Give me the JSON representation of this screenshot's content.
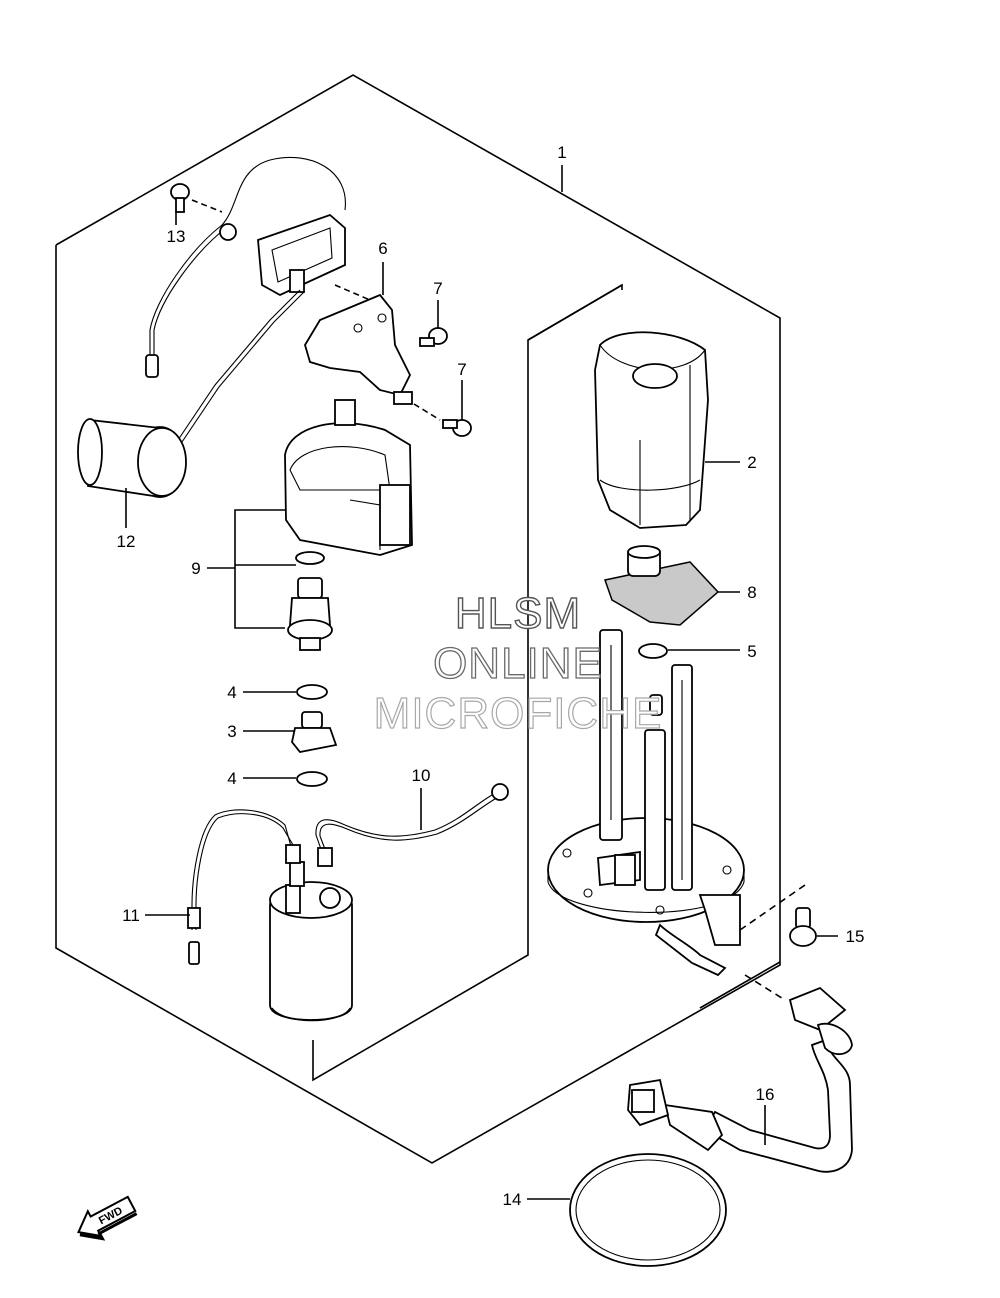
{
  "callouts": {
    "c1": "1",
    "c2": "2",
    "c3": "3",
    "c4a": "4",
    "c4b": "4",
    "c5": "5",
    "c6": "6",
    "c7a": "7",
    "c7b": "7",
    "c8": "8",
    "c9": "9",
    "c10": "10",
    "c11": "11",
    "c12": "12",
    "c13": "13",
    "c14": "14",
    "c15": "15",
    "c16": "16"
  },
  "watermark": {
    "line1": "HLSM",
    "line2": "ONLINE",
    "line3": "MICROFICHE"
  },
  "direction_arrow": {
    "label": "FWD",
    "icon": "fwd-arrow-icon"
  }
}
